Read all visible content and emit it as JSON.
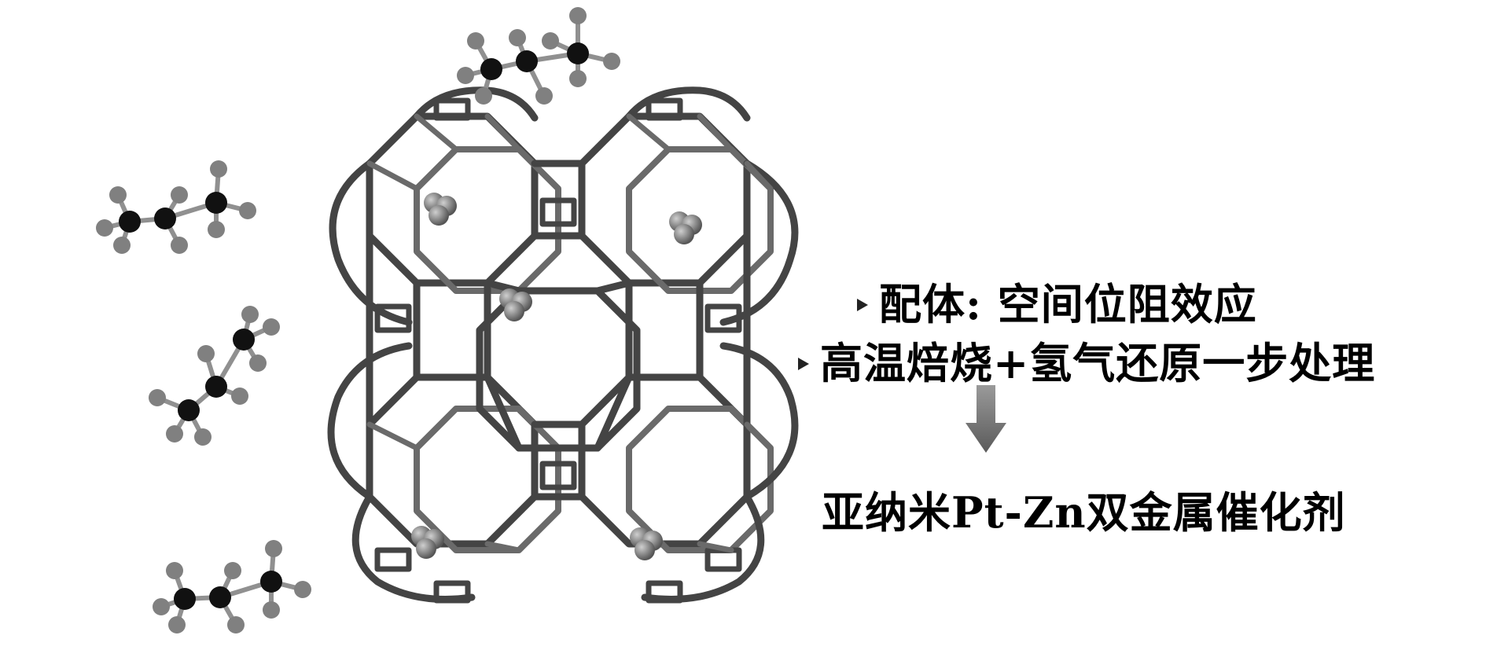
{
  "annotations": {
    "item1": "配体: 空间位阻效应",
    "item2": "高温焙烧+氢气还原一步处理",
    "result": "亚纳米Pt-Zn双金属催化剂"
  },
  "icons": {
    "bullet": "arrow-bullet-icon",
    "down_arrow": "down-arrow-icon",
    "molecule": "propane-molecule-icon",
    "cluster": "metal-cluster-icon"
  },
  "colors": {
    "framework": "#444444",
    "carbon_atom": "#111111",
    "hydrogen_atom": "#808080",
    "cluster": "#8a8a8a",
    "arrow": "#7a7a7a",
    "text": "#000000"
  }
}
